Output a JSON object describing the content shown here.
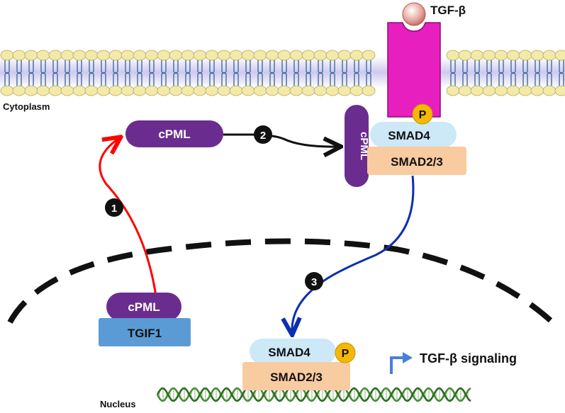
{
  "ligand": {
    "label": "TGF-β"
  },
  "compartments": {
    "cytoplasm": "Cytoplasm",
    "nucleus": "Nucleus"
  },
  "proteins": {
    "cpml_cytoplasm": "cPML",
    "cpml_receptor": "cPML",
    "cpml_nucleus": "cPML",
    "tgif1": "TGIF1",
    "smad4_receptor": "SMAD4",
    "smad23_receptor": "SMAD2/3",
    "smad4_nucleus": "SMAD4",
    "smad23_nucleus": "SMAD2/3"
  },
  "phospho": {
    "receptor": "P",
    "nucleus": "P"
  },
  "steps": [
    "1",
    "2",
    "3"
  ],
  "output": {
    "label": "TGF-β signaling"
  },
  "colors": {
    "cpml": "#6b2c8f",
    "tgif1": "#5b9bd5",
    "smad4": "#cde8f7",
    "smad23": "#f8cba0",
    "receptor": "#e61fbe",
    "phospho": "#f5b800",
    "arrow_export": "#ff0000",
    "arrow_bind": "#111111",
    "arrow_import": "#0b2fb0",
    "lipid_head": "#f3e9a8",
    "membrane_core": "#d8d4f0",
    "dna": "#4a8a3a"
  }
}
